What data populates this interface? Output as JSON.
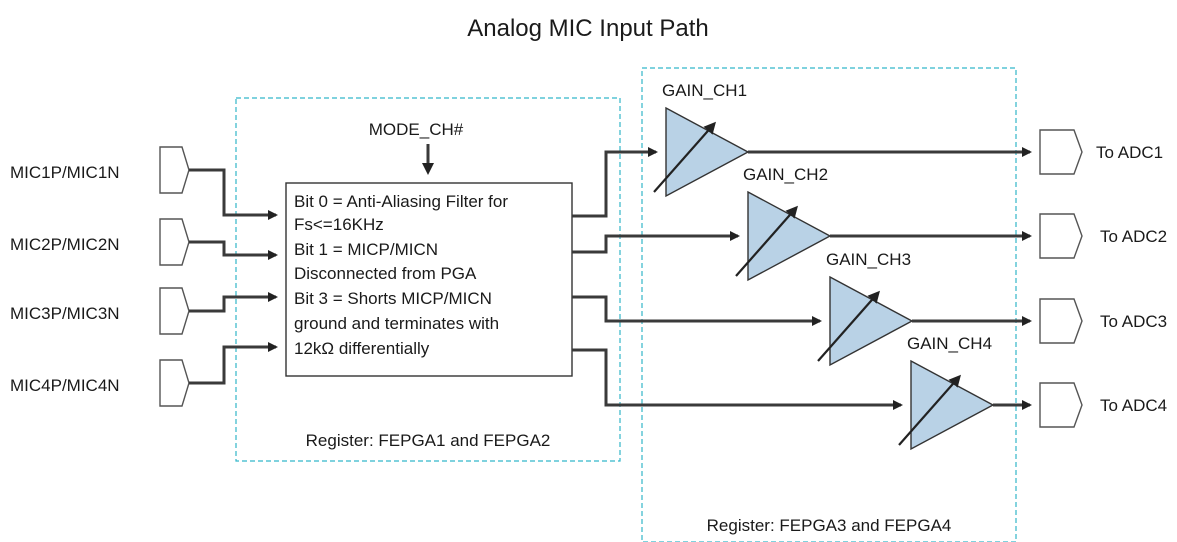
{
  "title": "Analog MIC Input Path",
  "mode_label": "MODE_CH#",
  "inputs": [
    "MIC1P/MIC1N",
    "MIC2P/MIC2N",
    "MIC3P/MIC3N",
    "MIC4P/MIC4N"
  ],
  "filter_box_lines": [
    "Bit 0 = Anti-Aliasing Filter for",
    "Fs<=16KHz",
    "Bit 1 = MICP/MICN",
    "Disconnected from PGA",
    "Bit 3 = Shorts MICP/MICN",
    "ground and terminates with",
    "12kΩ differentially"
  ],
  "gains": [
    "GAIN_CH1",
    "GAIN_CH2",
    "GAIN_CH3",
    "GAIN_CH4"
  ],
  "outputs": [
    "To ADC1",
    "To ADC2",
    "To ADC3",
    "To ADC4"
  ],
  "register_left": "Register: FEPGA1 and FEPGA2",
  "register_right": "Register: FEPGA3 and FEPGA4",
  "colors": {
    "amplifier_fill": "#b9d2e6",
    "dashed_border": "#33b6c9"
  }
}
